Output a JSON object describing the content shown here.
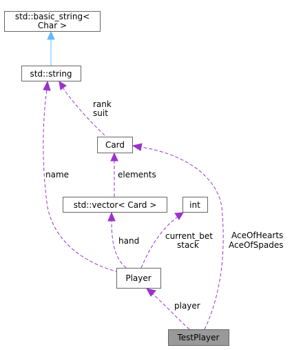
{
  "nodes": {
    "basic_string": {
      "line1": "std::basic_string<",
      "line2": "Char >"
    },
    "string": {
      "label": "std::string"
    },
    "card": {
      "label": "Card"
    },
    "vector": {
      "label": "std::vector< Card >"
    },
    "int": {
      "label": "int"
    },
    "player": {
      "label": "Player"
    },
    "testplayer": {
      "label": "TestPlayer"
    }
  },
  "edges": {
    "rank_suit": {
      "line1": "rank",
      "line2": "suit"
    },
    "elements": {
      "label": "elements"
    },
    "name": {
      "label": "name"
    },
    "hand": {
      "label": "hand"
    },
    "current_bet_stack": {
      "line1": "current_bet",
      "line2": "stack"
    },
    "aces": {
      "line1": "AceOfHearts",
      "line2": "AceOfSpades"
    },
    "player": {
      "label": "player"
    }
  },
  "colors": {
    "usage_edge": "#9a32cd",
    "inheritance_edge": "#63b8ff",
    "focus_node_fill": "#999999",
    "node_border": "#666666"
  }
}
